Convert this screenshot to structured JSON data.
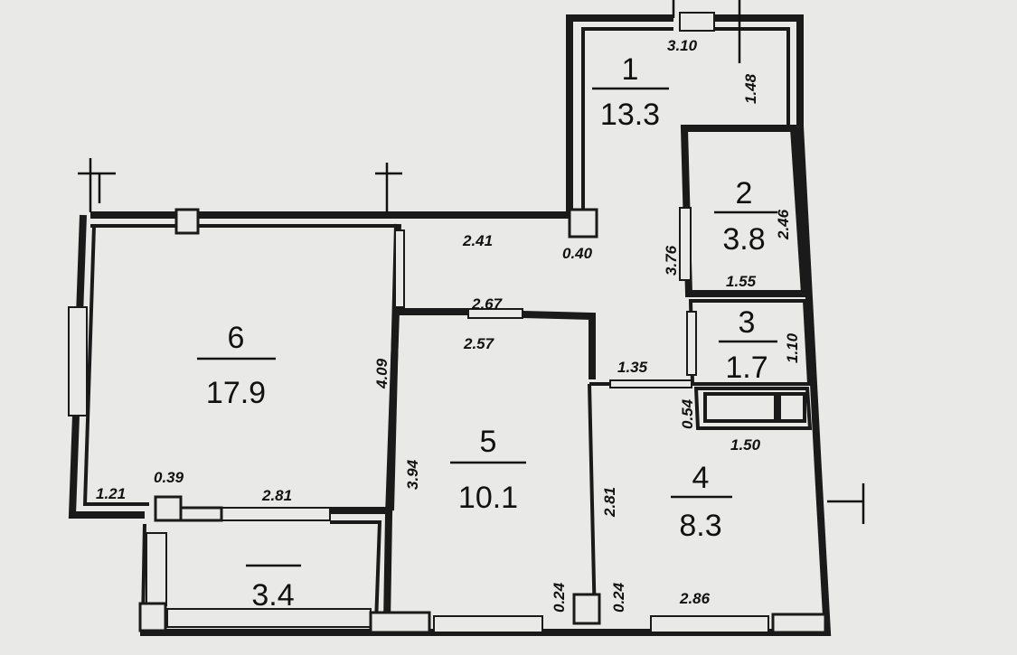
{
  "plan": {
    "rooms": [
      {
        "id": "1",
        "number": "1",
        "area": "13.3"
      },
      {
        "id": "2",
        "number": "2",
        "area": "3.8"
      },
      {
        "id": "3",
        "number": "3",
        "area": "1.7"
      },
      {
        "id": "4",
        "number": "4",
        "area": "8.3"
      },
      {
        "id": "5",
        "number": "5",
        "area": "10.1"
      },
      {
        "id": "6",
        "number": "6",
        "area": "17.9"
      },
      {
        "id": "balcony",
        "number": "",
        "area": "3.4"
      }
    ],
    "dimensions": {
      "d310": "3.10",
      "d148": "1.48",
      "d246": "2.46",
      "d376": "3.76",
      "d155": "1.55",
      "d110": "1.10",
      "d054": "0.54",
      "d150": "1.50",
      "d135": "1.35",
      "d241": "2.41",
      "d040": "0.40",
      "d267": "2.67",
      "d257": "2.57",
      "d409": "4.09",
      "d394": "3.94",
      "d281a": "2.81",
      "d281b": "2.81",
      "d121": "1.21",
      "d039": "0.39",
      "d024a": "0.24",
      "d024b": "0.24",
      "d286": "2.86"
    }
  }
}
